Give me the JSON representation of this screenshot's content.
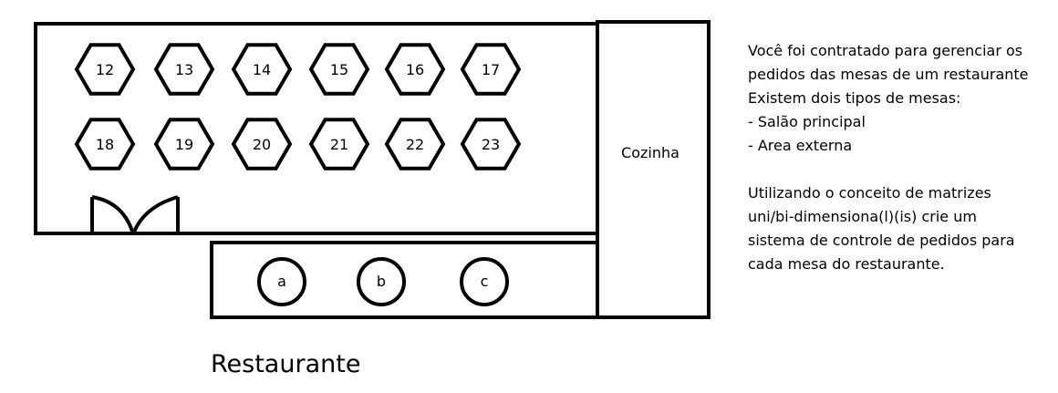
{
  "caption": "Restaurante",
  "kitchen_label": "Cozinha",
  "main_hall_tables": {
    "row1": [
      "12",
      "13",
      "14",
      "15",
      "16",
      "17"
    ],
    "row2": [
      "18",
      "19",
      "20",
      "21",
      "22",
      "23"
    ]
  },
  "external_tables": [
    "a",
    "b",
    "c"
  ],
  "description": {
    "lines": [
      "Você foi contratado para gerenciar os",
      "pedidos das mesas de um restaurante",
      "Existem dois tipos de mesas:",
      "- Salão principal",
      "- Area externa",
      "",
      "Utilizando o conceito de matrizes",
      "uni/bi-dimensiona(l)(is) crie um",
      "sistema de controle de pedidos para",
      "cada mesa do restaurante."
    ]
  }
}
